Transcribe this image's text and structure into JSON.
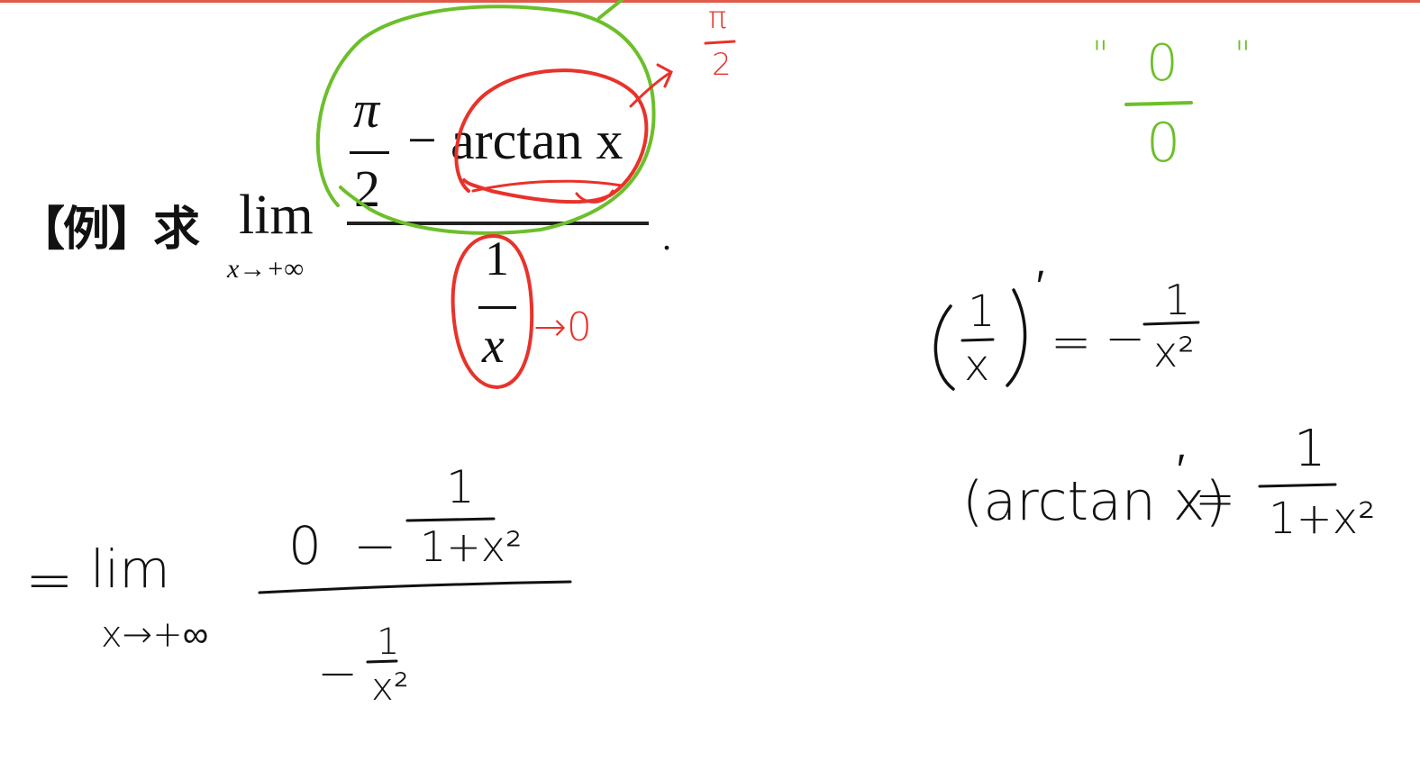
{
  "colors": {
    "top_bar": "#e05a4a",
    "printed_text": "#111111",
    "red_ink": "#e8322a",
    "green_ink": "#6cbf2a",
    "black_ink": "#111111"
  },
  "problem": {
    "label": "【例】求",
    "lim": "lim",
    "lim_subscript": "x→+∞",
    "numerator_pi": "π",
    "numerator_two": "2",
    "minus": "−",
    "arctan": "arctan x",
    "denominator_one": "1",
    "denominator_x": "x",
    "period": "."
  },
  "red_notes": {
    "pi_over_2_top": "π",
    "pi_over_2_bottom": "2",
    "tends_to_zero": "→0"
  },
  "green_notes": {
    "quote_open": "\"",
    "numerator": "0",
    "denominator": "0",
    "quote_close": "\""
  },
  "work": {
    "equals": "=",
    "lim": "lim",
    "lim_subscript": "x→+∞",
    "numerator_zero": "0",
    "numerator_minus": "−",
    "frac1_top": "1",
    "frac1_bottom": "1+x²",
    "denominator_minus": "−",
    "frac2_top": "1",
    "frac2_bottom": "x²"
  },
  "derivative_1": {
    "lhs_top": "1",
    "lhs_bottom": "x",
    "prime": "′",
    "equals": "=",
    "minus": "−",
    "rhs_top": "1",
    "rhs_bottom": "x²"
  },
  "derivative_2": {
    "lhs": "(arctan x)",
    "prime": "′",
    "equals": "=",
    "rhs_top": "1",
    "rhs_bottom": "1+x²"
  }
}
